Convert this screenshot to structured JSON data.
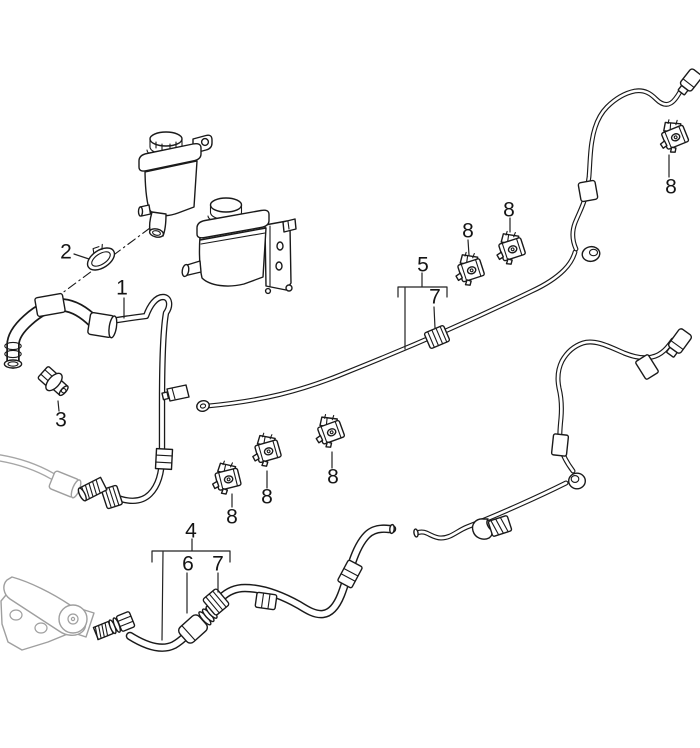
{
  "diagram": {
    "type": "exploded-parts-diagram",
    "background_color": "#ffffff",
    "line_color": "#1a1a1a",
    "ghost_part_color": "#9f9f9f",
    "callouts": [
      {
        "id": "callout-1",
        "text": "1"
      },
      {
        "id": "callout-2",
        "text": "2"
      },
      {
        "id": "callout-3",
        "text": "3"
      },
      {
        "id": "callout-4",
        "text": "4"
      },
      {
        "id": "callout-5",
        "text": "5"
      },
      {
        "id": "callout-6",
        "text": "6"
      },
      {
        "id": "callout-7-lower-hose",
        "text": "7"
      },
      {
        "id": "callout-7-mid-pipe",
        "text": "7"
      },
      {
        "id": "callout-8-clip-left",
        "text": "8"
      },
      {
        "id": "callout-8-clip-right",
        "text": "8"
      },
      {
        "id": "callout-8-clip-topright",
        "text": "8"
      },
      {
        "id": "callout-8-clip-a",
        "text": "8"
      },
      {
        "id": "callout-8-clip-b",
        "text": "8"
      },
      {
        "id": "callout-8-clip-c",
        "text": "8"
      }
    ]
  }
}
